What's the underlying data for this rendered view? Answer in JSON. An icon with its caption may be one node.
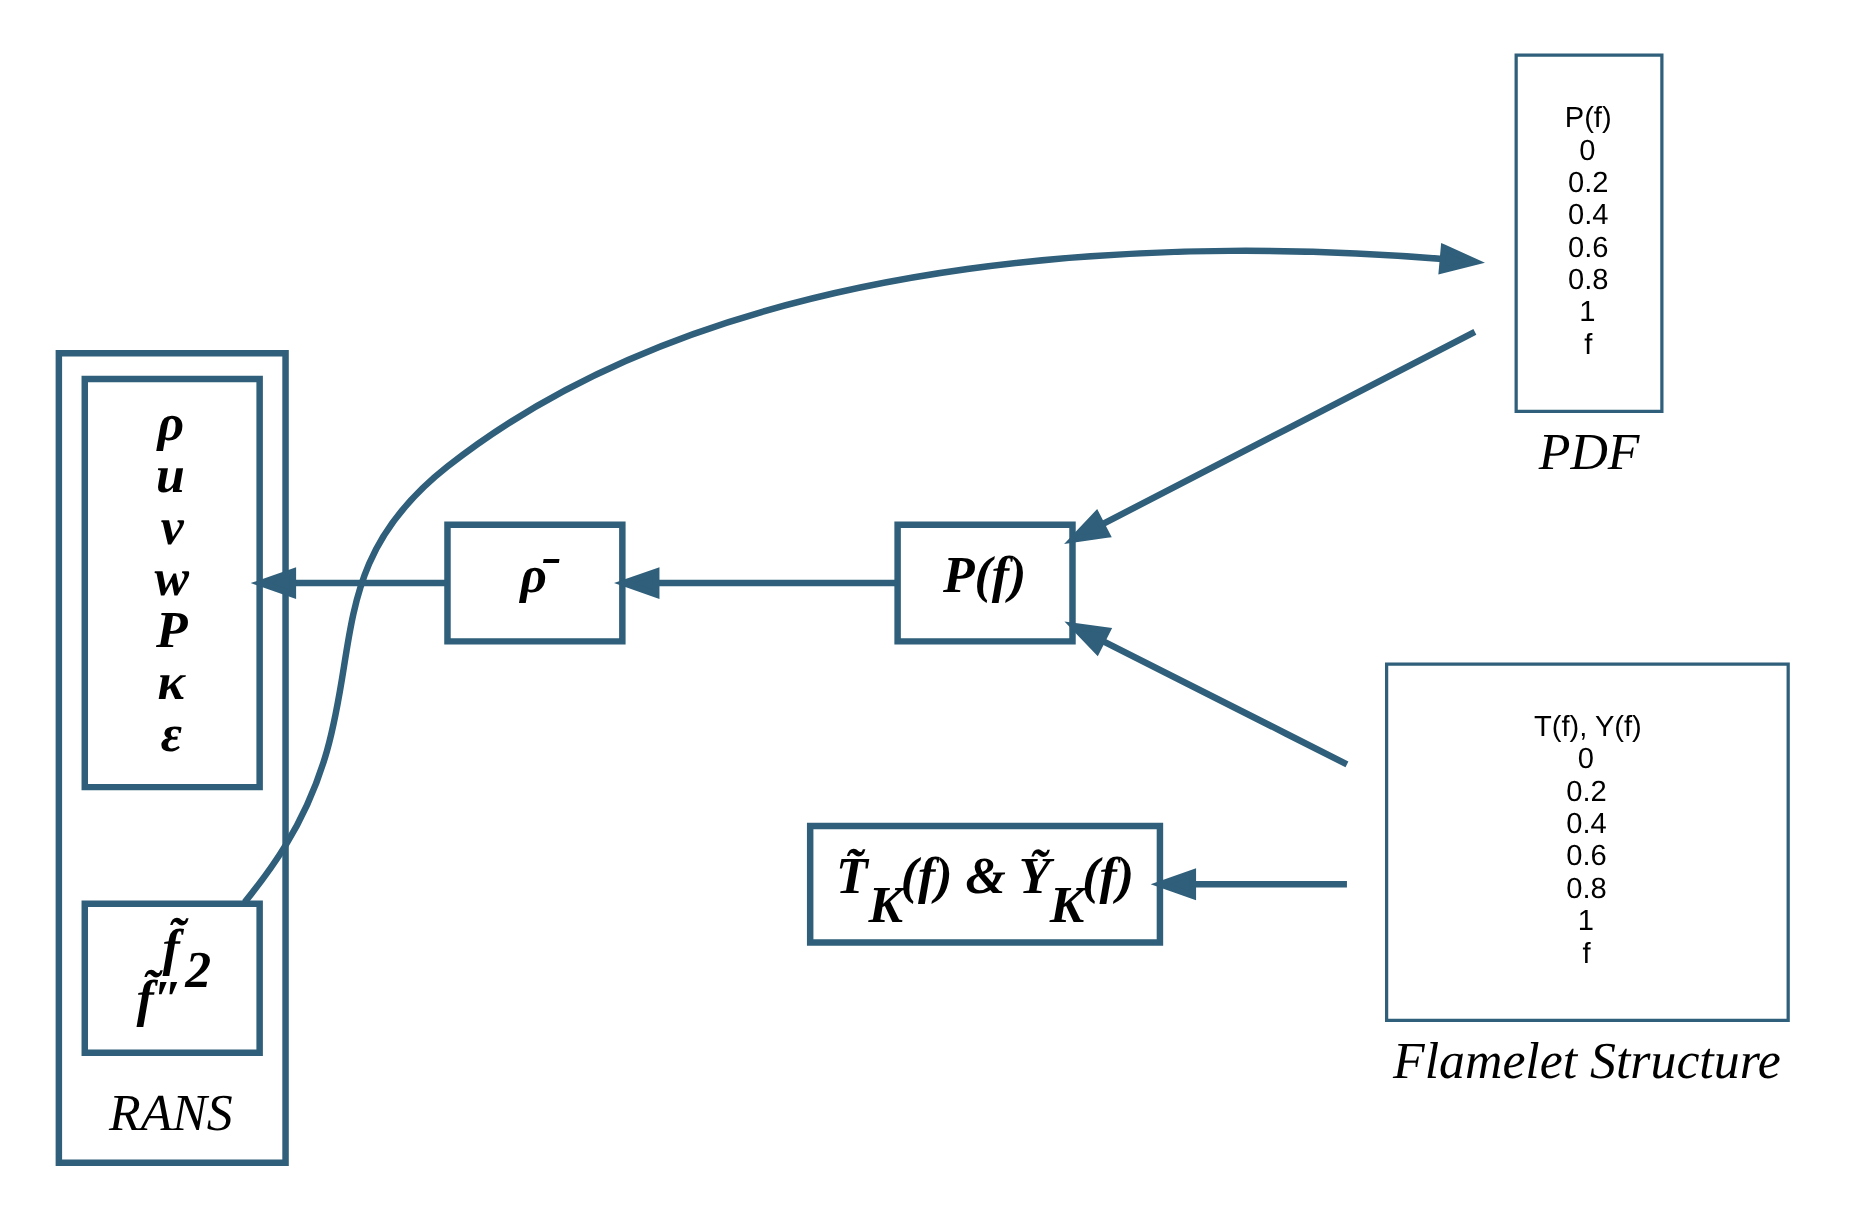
{
  "diagram": {
    "nodes": [
      {
        "text": [
          "RANS"
        ]
      },
      {
        "text": [
          "ρ",
          "u",
          "v",
          "w",
          "P",
          "κ",
          "ε"
        ],
        "in": 0
      },
      {
        "text": [
          "f̃",
          "f̃″$^{2}$"
        ],
        "in": 0
      },
      {
        "text": [
          "T̃$_{K}$(f) & Ỹ$_{K}$(f)"
        ]
      },
      {
        "text": [
          "ρ̄"
        ]
      },
      {
        "text": [
          "P(f)"
        ]
      },
      {
        "text": [
          "T(f), Y(f)",
          "0",
          "0.2",
          "0.4",
          "0.6",
          "0.8",
          "1",
          "f",
          "Flamelet Structure"
        ]
      },
      {
        "text": [
          "P(f)",
          "0",
          "0.2",
          "0.4",
          "0.6",
          "0.8",
          "1",
          "f",
          "PDF"
        ]
      }
    ],
    "edges": [
      {
        "from": 6,
        "to": 3,
        "arrow": "to"
      },
      {
        "from": 6,
        "to": 5,
        "arrow": "to"
      },
      {
        "from": 5,
        "to": 4,
        "arrow": "to"
      },
      {
        "from": 4,
        "to": 1,
        "arrow": "to"
      },
      {
        "from": 7,
        "to": 5,
        "arrow": "to"
      },
      {
        "from": 2,
        "to": 7,
        "arrow": "to"
      }
    ]
  }
}
